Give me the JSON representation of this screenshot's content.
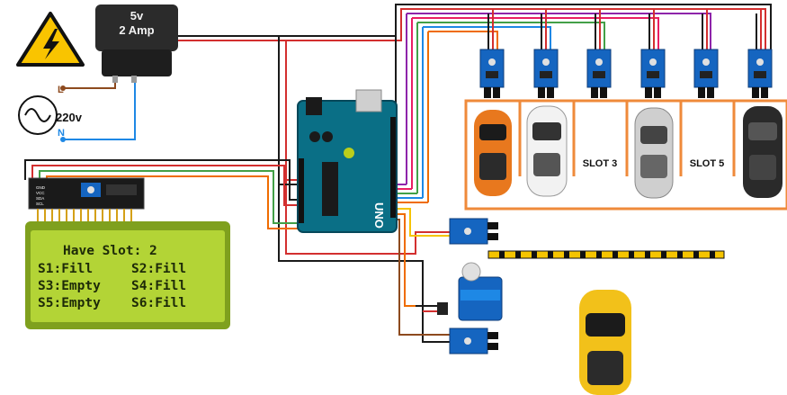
{
  "power": {
    "adapter_voltage": "5v",
    "adapter_current": "2 Amp",
    "mains_voltage": "220v",
    "live_label": "L",
    "neutral_label": "N"
  },
  "lcd": {
    "line1": "Have Slot: 2",
    "rows": [
      {
        "left": "S1:Fill",
        "right": "S2:Fill"
      },
      {
        "left": "S3:Empty",
        "right": "S4:Fill"
      },
      {
        "left": "S5:Empty",
        "right": "S6:Fill"
      }
    ]
  },
  "parking": {
    "slot3_label": "SLOT 3",
    "slot5_label": "SLOT 5"
  },
  "arduino": {
    "model_text": "UNO"
  },
  "i2c_pins": [
    "GND",
    "VCC",
    "SDA",
    "SCL"
  ],
  "colors": {
    "wire_red": "#d32f2f",
    "wire_black": "#1a1a1a",
    "wire_blue": "#1e88e5",
    "wire_purple": "#8e24aa",
    "wire_pink": "#e91e63",
    "wire_green": "#43a047",
    "wire_orange": "#ef6c00",
    "wire_brown": "#8d4a1e",
    "lcd_green": "#b3d436",
    "arduino_teal": "#0a6f86",
    "slot_border": "#ef8a3a",
    "barrier_yellow": "#f5c400"
  }
}
